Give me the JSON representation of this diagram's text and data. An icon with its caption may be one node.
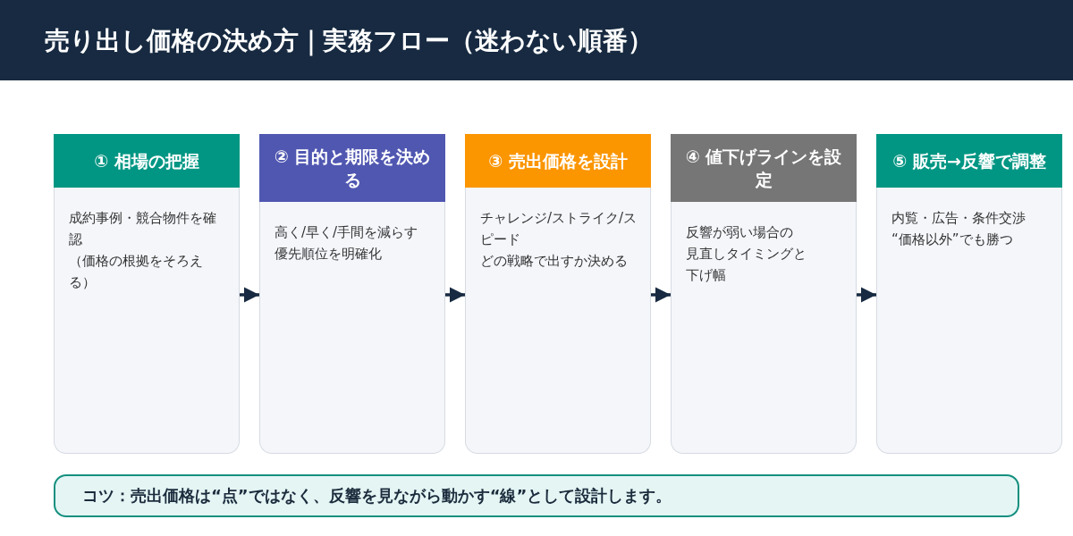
{
  "diagram": {
    "title": "売り出し価格の決め方｜実務フロー（迷わない順番）",
    "nodes": [
      {
        "text": [
          "① 相場の把握",
          "成約事例・競合物件を確認",
          "（価格の根拠をそろえる）"
        ]
      },
      {
        "text": [
          "② 目的と期限を決める",
          "高く/早く/手間を減らす",
          "優先順位を明確化"
        ]
      },
      {
        "text": [
          "③ 売出価格を設計",
          "チャレンジ/ストライク/スピード",
          "どの戦略で出すか決める"
        ]
      },
      {
        "text": [
          "④ 値下げラインを設定",
          "反響が弱い場合の",
          "見直しタイミングと",
          "下げ幅"
        ]
      },
      {
        "text": [
          "⑤ 販売→反響で調整",
          "内覧・広告・条件交渉",
          "“価格以外”でも勝つ"
        ]
      },
      {
        "text": [
          "コツ：売出価格は“点”ではなく、反響を見ながら動かす“線”として設計します。"
        ]
      }
    ],
    "edges": [
      {
        "from": 0,
        "to": 1,
        "arrow": "to"
      },
      {
        "from": 1,
        "to": 2,
        "arrow": "to"
      },
      {
        "from": 2,
        "to": 3,
        "arrow": "to"
      },
      {
        "from": 3,
        "to": 4,
        "arrow": "to"
      }
    ]
  }
}
